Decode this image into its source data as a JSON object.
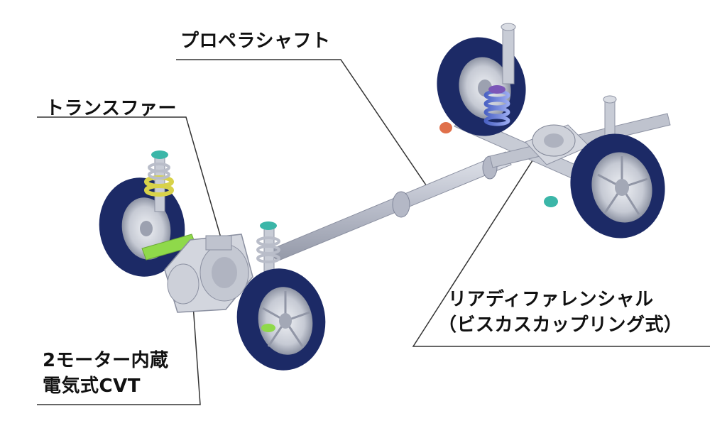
{
  "labels": {
    "propeller_shaft": "プロペラシャフト",
    "transfer": "トランスファー",
    "rear_differential_line1": "リアディファレンシャル",
    "rear_differential_line2": "（ビスカスカップリング式）",
    "cvt_line1": "2モーター内蔵",
    "cvt_line2": "電気式CVT"
  },
  "colors": {
    "tire": "#1c2a66",
    "rim": "#c9cdd6",
    "frame": "#c4c8d2",
    "spring": "#6f86d6",
    "spring_front": "#d8d24a",
    "arm_green": "#8fd94a",
    "damper_top": "#3bb6a8",
    "leader_line": "#333333"
  }
}
